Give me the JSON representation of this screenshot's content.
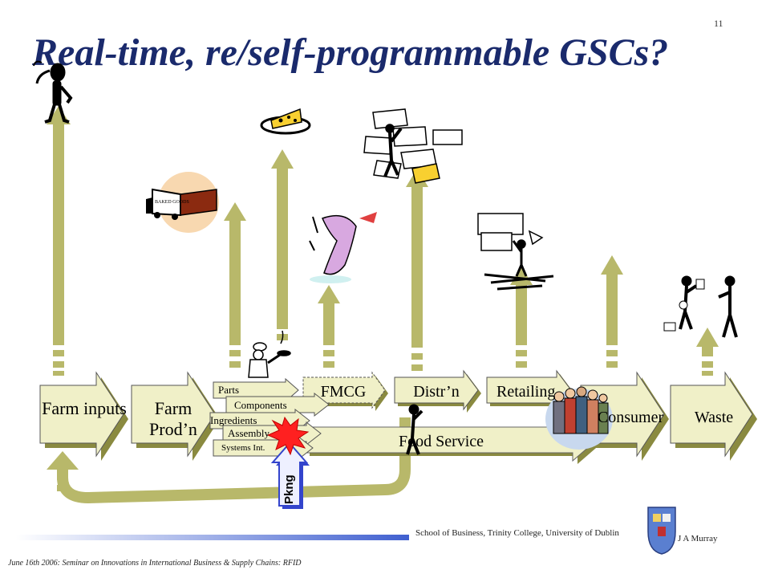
{
  "slide": {
    "title": "Real-time, re/self-programmable GSCs?",
    "page_number": "11"
  },
  "stages": {
    "farm_inputs": "Farm inputs",
    "farm_prod": "Farm Prod’n",
    "fmcg": "FMCG",
    "distrn": "Distr’n",
    "retailing": "Retailing",
    "consumer": "Consumer",
    "waste": "Waste",
    "food_service": "Food Service"
  },
  "stacked_boxes": {
    "parts": "Parts",
    "components": "Components",
    "ingredients": "Ingredients",
    "assembly": "Assembly",
    "systems_int": "Systems Int."
  },
  "pkng_label": "Pkng",
  "clipart": {
    "baked_goods_label": "BAKED GOODS",
    "icons": [
      "thinking-person-icon",
      "cheese-icon",
      "person-with-papers-icon",
      "delivery-truck-icon",
      "cook-icon",
      "dancer-icon",
      "presenter-icon",
      "consumer-crowd-icon",
      "people-chatting-icon",
      "explosion-icon"
    ]
  },
  "footer": {
    "school": "School of Business, Trinity College, University of Dublin",
    "author": "J A Murray",
    "date_line": "June 16th 2006: Seminar on Innovations in International Business & Supply Chains: RFID"
  },
  "colors": {
    "title": "#1a2a6c",
    "arrow_olive": "#b8b86a",
    "arrow_dark": "#8a8a40",
    "box_fill": "#f0f0c8",
    "pkng_blue": "#3344cc",
    "footer_bar": "#4060d0"
  }
}
